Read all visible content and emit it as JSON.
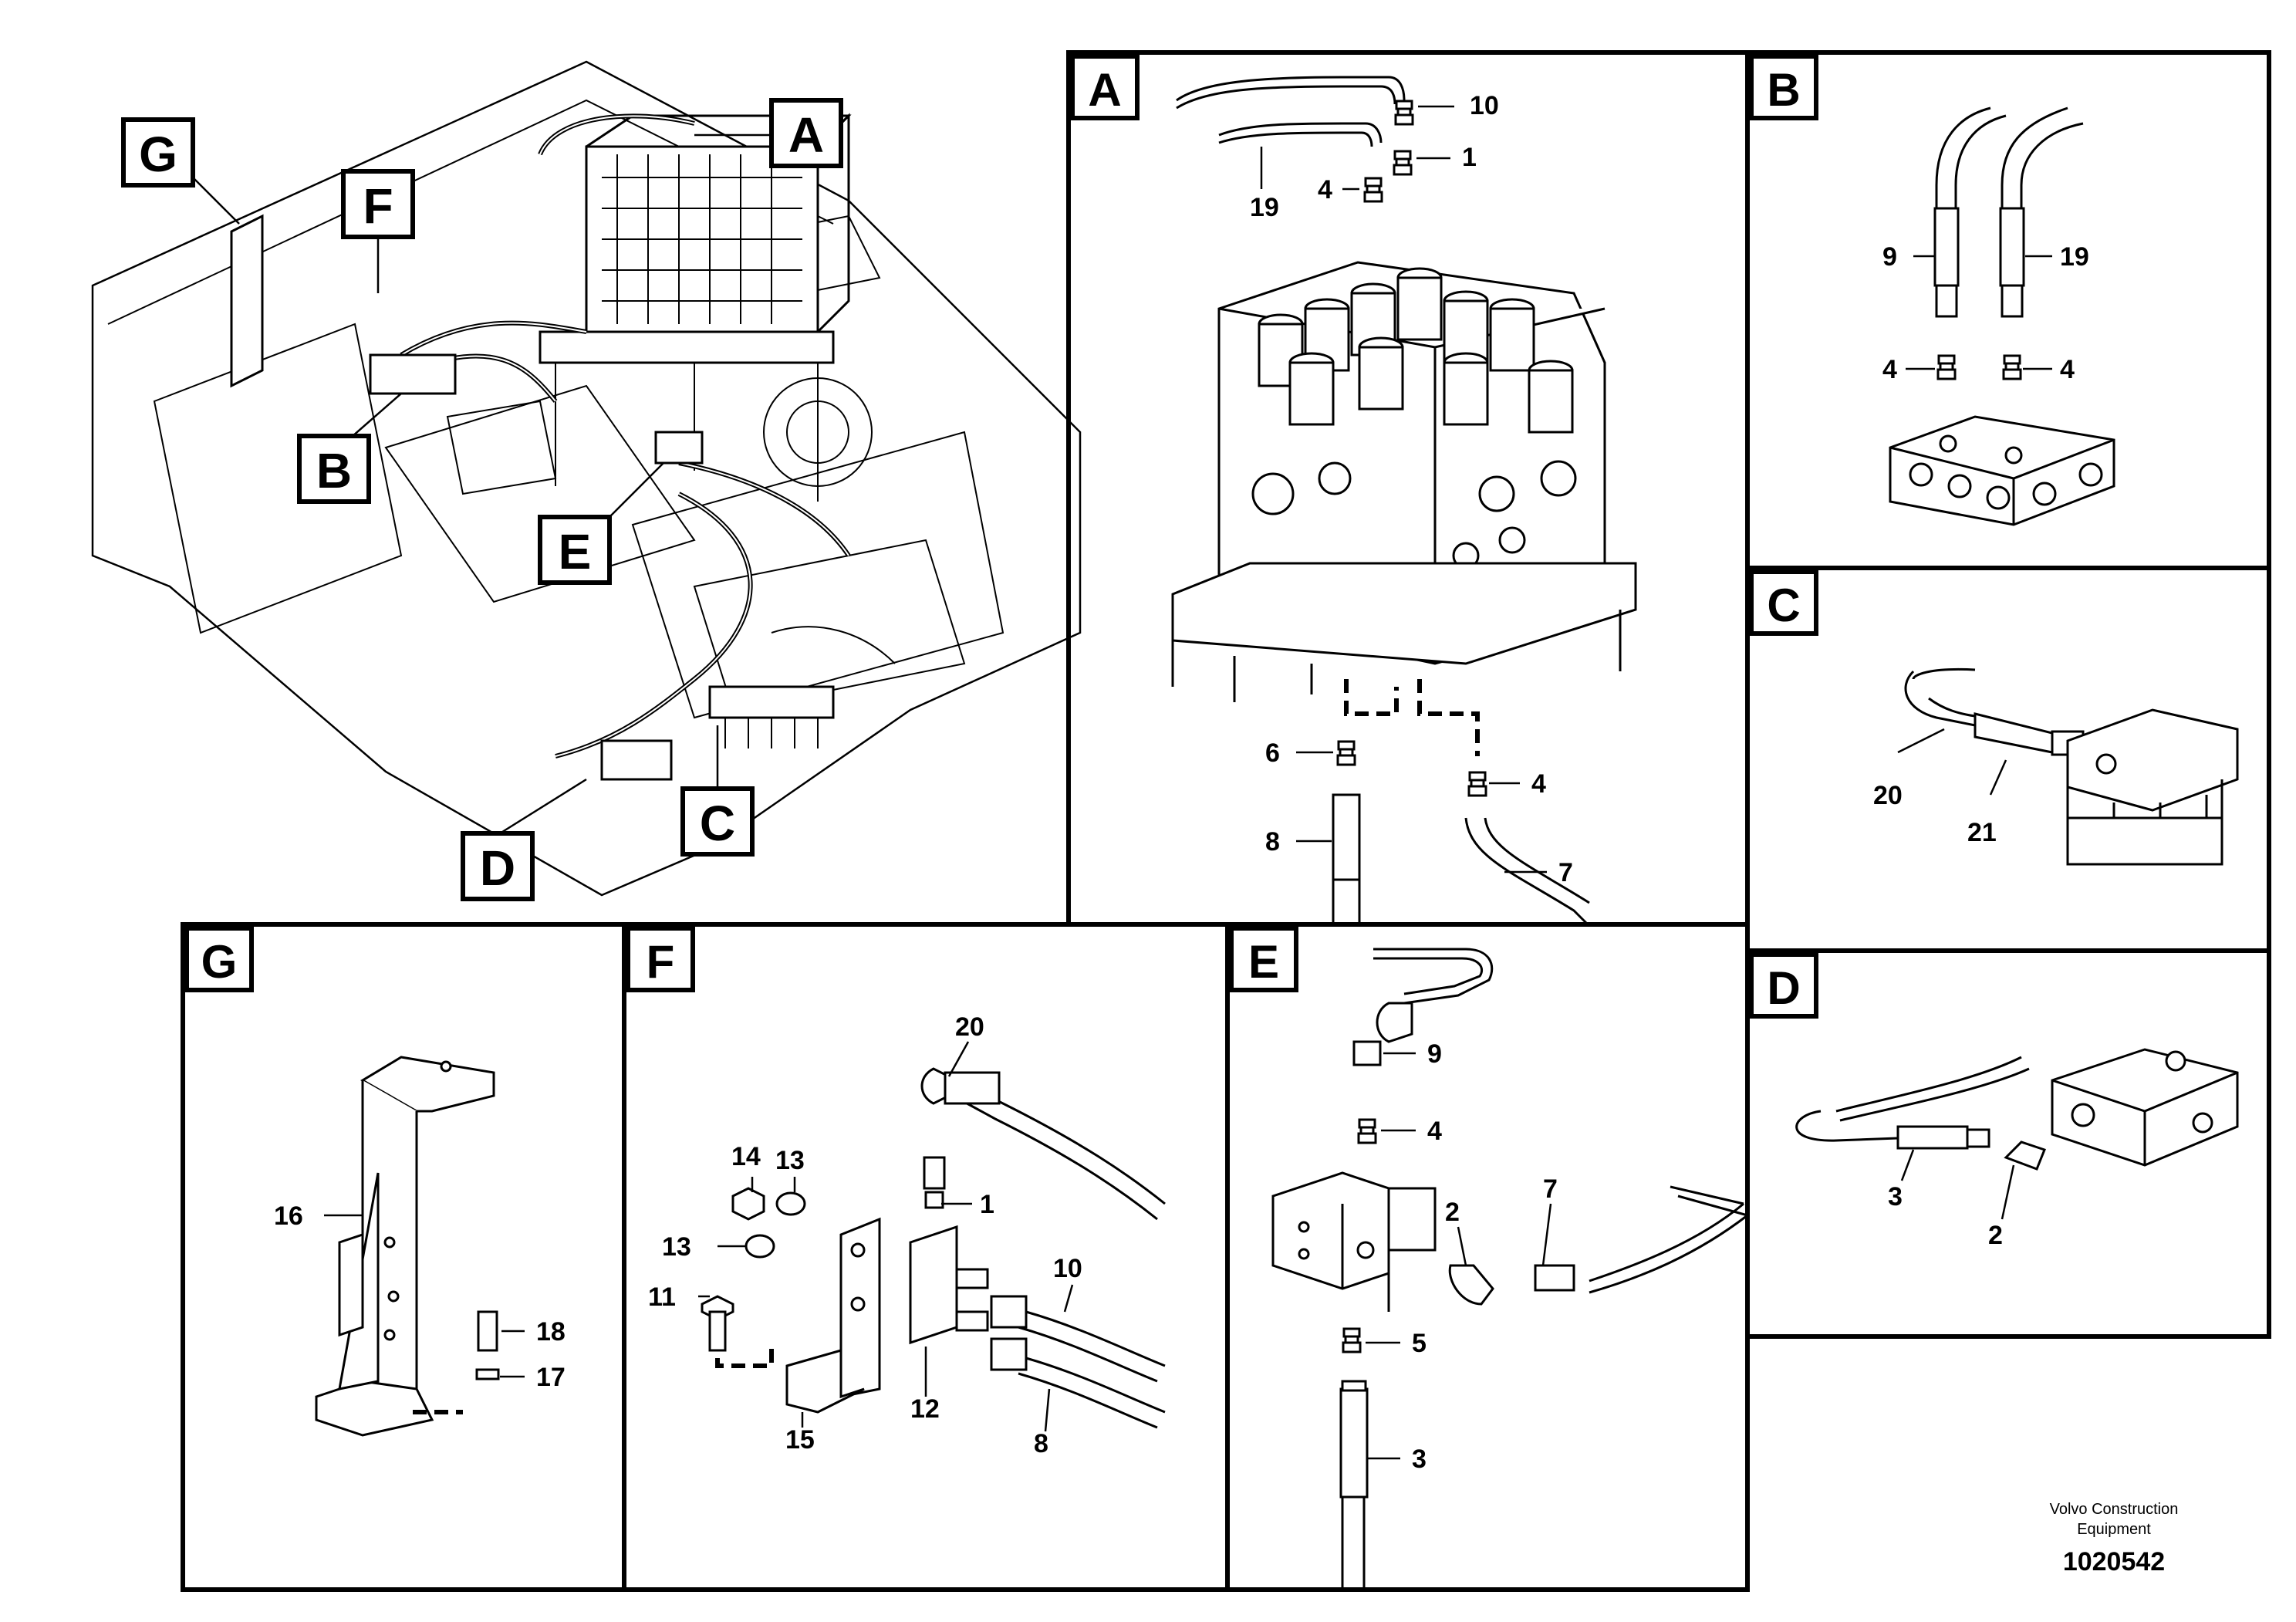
{
  "overview": {
    "callouts": [
      "G",
      "F",
      "A",
      "B",
      "E",
      "C",
      "D"
    ]
  },
  "panels": {
    "A": {
      "letter": "A",
      "parts": [
        "10",
        "1",
        "19",
        "4",
        "6",
        "8",
        "4",
        "7"
      ]
    },
    "B": {
      "letter": "B",
      "parts": [
        "9",
        "19",
        "4",
        "4"
      ]
    },
    "C": {
      "letter": "C",
      "parts": [
        "20",
        "21"
      ]
    },
    "D": {
      "letter": "D",
      "parts": [
        "3",
        "2"
      ]
    },
    "E": {
      "letter": "E",
      "parts": [
        "9",
        "4",
        "2",
        "7",
        "5",
        "3"
      ]
    },
    "F": {
      "letter": "F",
      "parts": [
        "20",
        "14",
        "13",
        "1",
        "13",
        "10",
        "11",
        "12",
        "8",
        "15"
      ]
    },
    "G": {
      "letter": "G",
      "parts": [
        "16",
        "18",
        "17"
      ]
    }
  },
  "footer": {
    "brand_line1": "Volvo Construction",
    "brand_line2": "Equipment",
    "drawing_number": "1020542"
  }
}
